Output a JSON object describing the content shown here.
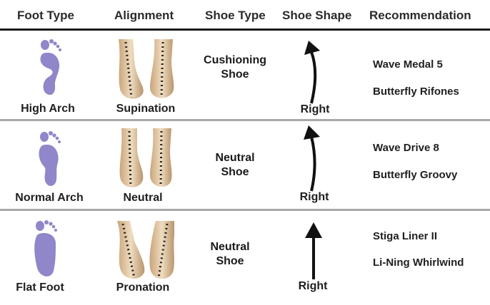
{
  "headers": {
    "foot_type": "Foot Type",
    "alignment": "Alignment",
    "shoe_type": "Shoe Type",
    "shoe_shape": "Shoe Shape",
    "recommendation": "Recommendation"
  },
  "rows": [
    {
      "foot_type": "High Arch",
      "alignment": "Supination",
      "shoe_type_line1": "Cushioning",
      "shoe_type_line2": "Shoe",
      "shoe_shape": "Right",
      "recommendations": [
        "Wave Medal 5",
        "Butterfly Rifones"
      ]
    },
    {
      "foot_type": "Normal Arch",
      "alignment": "Neutral",
      "shoe_type_line1": "Neutral",
      "shoe_type_line2": "Shoe",
      "shoe_shape": "Right",
      "recommendations": [
        "Wave Drive 8",
        "Butterfly Groovy"
      ]
    },
    {
      "foot_type": "Flat Foot",
      "alignment": "Pronation",
      "shoe_type_line1": "Neutral",
      "shoe_type_line2": "Shoe",
      "shoe_shape": "Right",
      "recommendations": [
        "Stiga Liner II",
        "Li-Ning Whirlwind"
      ]
    }
  ],
  "colors": {
    "footprint": "#8f87c9",
    "skin": "#e3c9a3",
    "skin_shade": "#b8956d",
    "divider_dark": "#1a1a1a",
    "divider_gray": "#a8a8a8"
  },
  "icons": [
    "footprint-high-arch-icon",
    "footprint-normal-arch-icon",
    "footprint-flat-icon",
    "heel-supination-icon",
    "heel-neutral-icon",
    "heel-pronation-icon",
    "curved-arrow-icon",
    "straight-arrow-icon"
  ]
}
